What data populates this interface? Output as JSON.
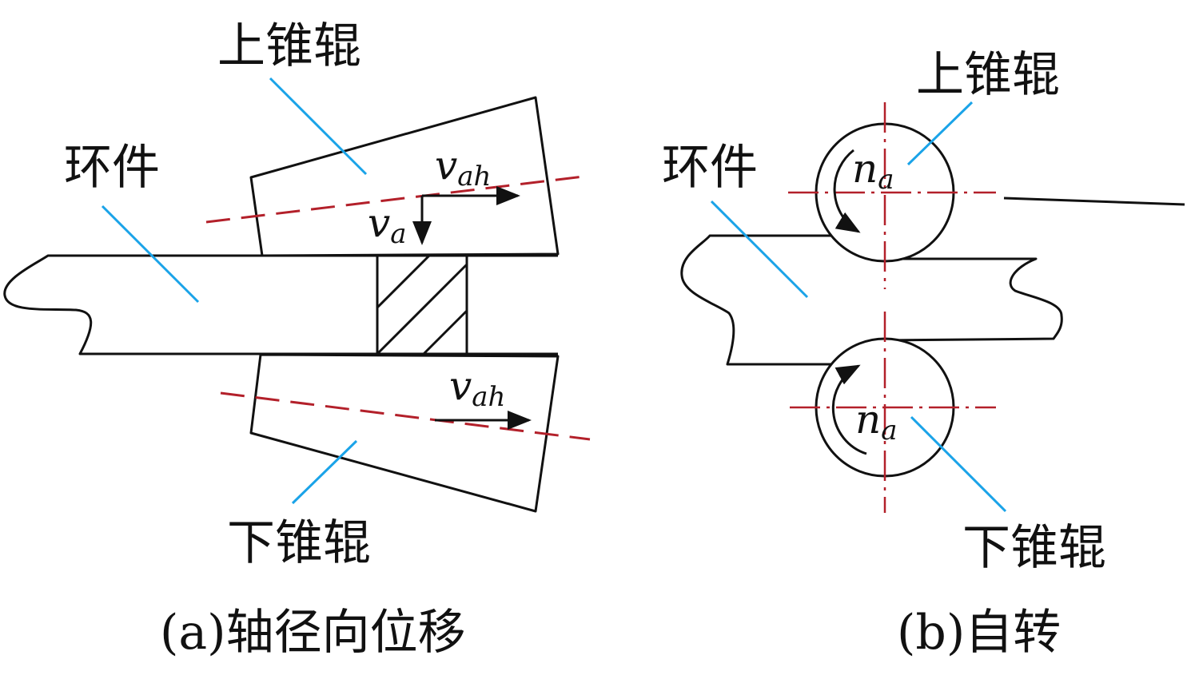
{
  "panel_a": {
    "caption": "(a)轴径向位移",
    "upper_roll_label": "上锥辊",
    "lower_roll_label": "下锥辊",
    "ring_label": "环件",
    "v_ah_upper": {
      "main": "v",
      "sub": "ah"
    },
    "v_a": {
      "main": "v",
      "sub": "a"
    },
    "v_ah_lower": {
      "main": "v",
      "sub": "ah"
    }
  },
  "panel_b": {
    "caption": "(b)自转",
    "upper_roll_label": "上锥辊",
    "lower_roll_label": "下锥辊",
    "ring_label": "环件",
    "n_a_upper": {
      "main": "n",
      "sub": "a"
    },
    "n_a_lower": {
      "main": "n",
      "sub": "a"
    }
  },
  "colors": {
    "outline": "#111111",
    "leader": "#1aa3e8",
    "axis": "#b3202a"
  }
}
